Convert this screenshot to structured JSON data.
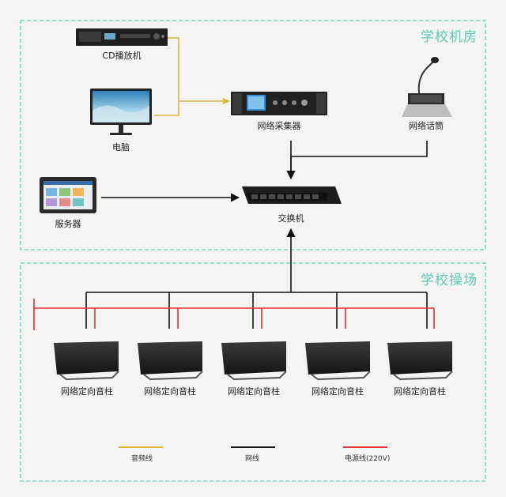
{
  "zones": {
    "machine_room": "学校机房",
    "playground": "学校操场"
  },
  "devices": {
    "cd_player": "CD播放机",
    "computer": "电脑",
    "collector": "网络采集器",
    "microphone": "网络话筒",
    "server": "服务器",
    "switch": "交换机",
    "speaker": "网络定向音柱"
  },
  "legend": {
    "audio_line": "音频线",
    "network_line": "网线",
    "power_line": "电源线(220V)"
  },
  "colors": {
    "zone_border": "#5cc9b6",
    "audio_line": "#e0b43a",
    "network_line": "#111111",
    "power_line": "#e33030"
  }
}
